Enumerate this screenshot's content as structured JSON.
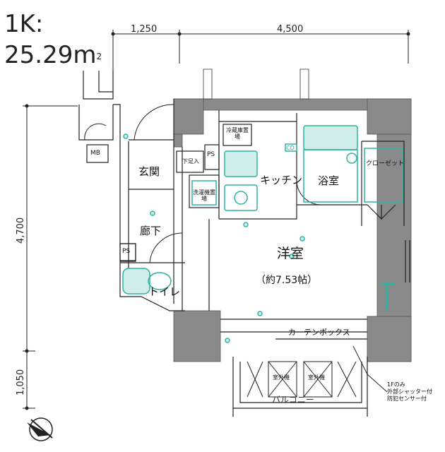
{
  "header": {
    "layout_type": "1K:",
    "area_value": "25.29m",
    "area_unit_sup": "2"
  },
  "dimensions": {
    "top_left": "1,250",
    "top_right": "4,500",
    "left_main": "4,700",
    "left_lower": "1,050"
  },
  "rooms": {
    "entrance": "玄関",
    "corridor": "廊下",
    "toilet": "トイレ",
    "kitchen": "キッチン",
    "bath": "浴室",
    "western_room": "洋室",
    "western_room_size": "（約7.53帖）",
    "closet": "クローゼット",
    "curtain_box": "カーテンボックス",
    "balcony": "バルコニー"
  },
  "labels": {
    "mb": "MB",
    "ps1": "PS",
    "ps2": "PS",
    "shoe_box": "下足入",
    "fridge_space": "冷蔵庫置場",
    "washer_space": "洗濯機置場",
    "cd": "CD",
    "outdoor_unit1": "室外機",
    "outdoor_unit2": "室外機",
    "shutter_note_1": "1Fのみ",
    "shutter_note_2": "外部シャッター付",
    "shutter_note_3": "防犯センサー付"
  },
  "colors": {
    "wall": "#8a8a8a",
    "wall_dark": "#777777",
    "fixture": "#2fb3a0",
    "fixture_fill": "#cfeee9",
    "line": "#222222"
  },
  "icons": {
    "compass": "north-arrow-icon"
  }
}
